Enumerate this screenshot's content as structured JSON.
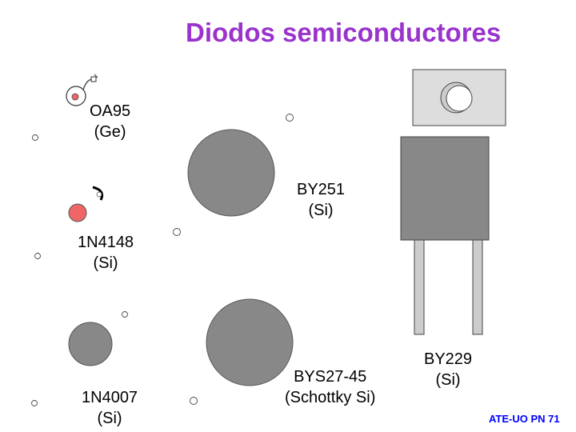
{
  "slide": {
    "title": "Diodos semiconductores",
    "footer": "ATE-UO PN 71"
  },
  "diodes": {
    "oa95": {
      "name": "OA95",
      "material": "(Ge)"
    },
    "by251": {
      "name": "BY251",
      "material": "(Si)"
    },
    "n4148": {
      "name": "1N4148",
      "material": "(Si)"
    },
    "n4007": {
      "name": "1N4007",
      "material": "(Si)"
    },
    "bys27": {
      "name": "BYS27-45",
      "material": "(Schottky Si)"
    },
    "by229": {
      "name": "BY229",
      "material": "(Si)"
    }
  },
  "colors": {
    "title": "#9933cc",
    "footer": "#0000ff",
    "body_gray": "#888888",
    "glass_red": "#ee6666",
    "tab_gray": "#dddddd",
    "lead_gray": "#cccccc"
  }
}
